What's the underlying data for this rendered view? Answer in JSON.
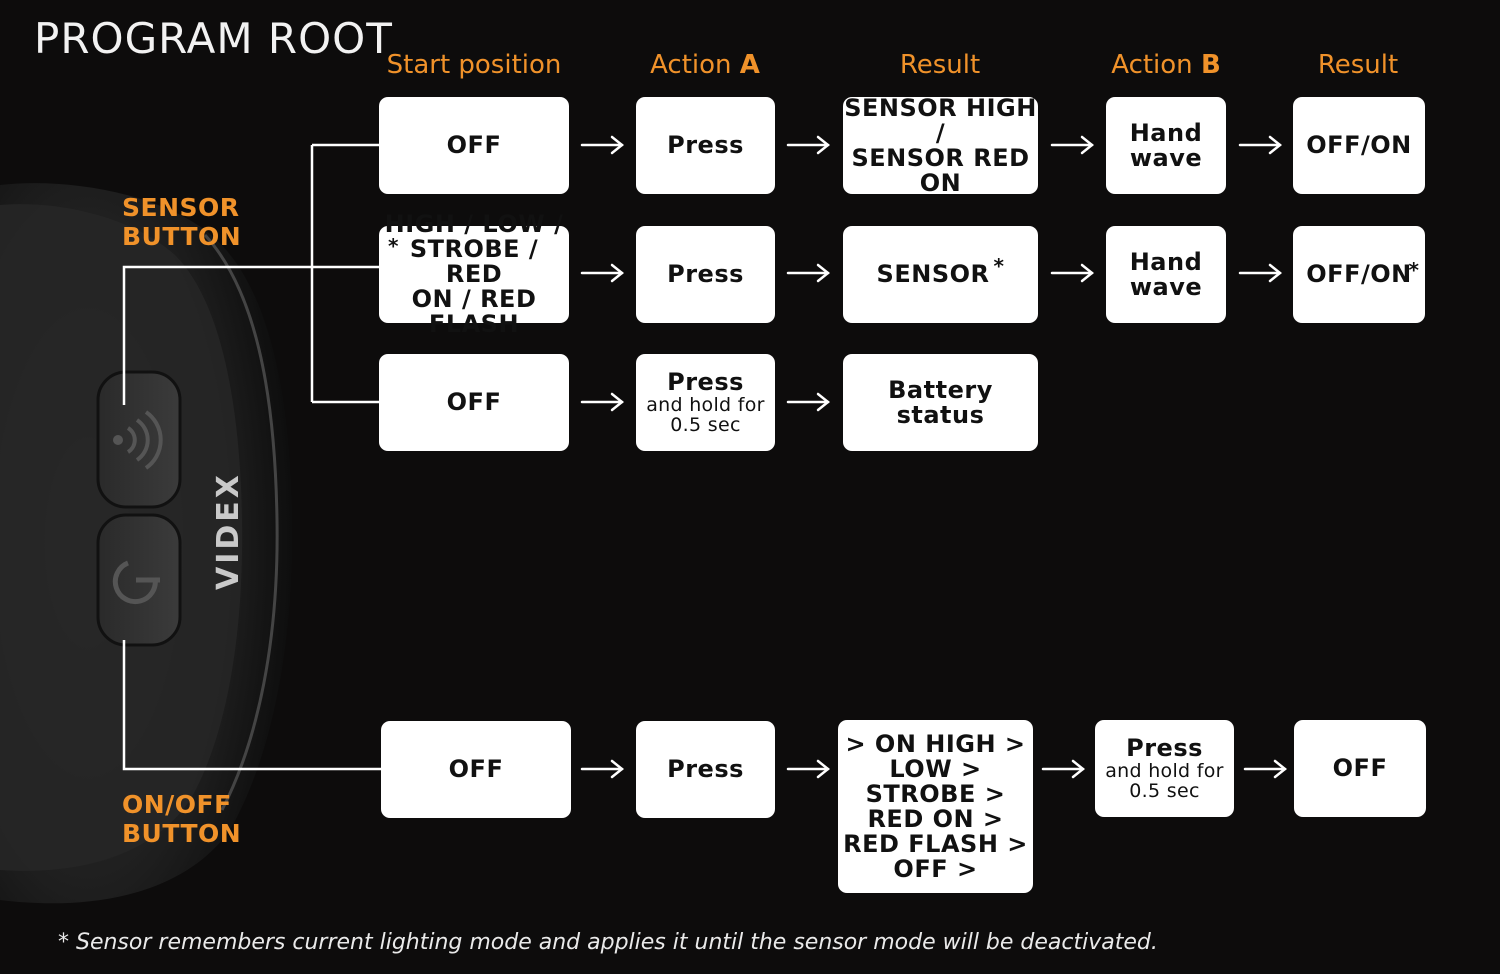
{
  "title": "PROGRAM ROOT",
  "column_headers": [
    {
      "prefix": "Start position",
      "suffix": ""
    },
    {
      "prefix": "Action ",
      "suffix": "A"
    },
    {
      "prefix": "Result",
      "suffix": ""
    },
    {
      "prefix": "Action ",
      "suffix": "B"
    },
    {
      "prefix": "Result",
      "suffix": ""
    }
  ],
  "sensor_button": {
    "line1": "SENSOR",
    "line2": "BUTTON"
  },
  "onoff_button": {
    "line1": "ON/OFF",
    "line2": "BUTTON"
  },
  "brand": "VIDEX",
  "rows": {
    "r1": {
      "start": "OFF",
      "action_a": "Press",
      "result_a": [
        "SENSOR HIGH /",
        "SENSOR RED ON"
      ],
      "action_b": [
        "Hand",
        "wave"
      ],
      "result_b": "OFF/ON"
    },
    "r2": {
      "start": [
        "HIGH / LOW /",
        "STROBE / RED",
        "ON / RED FLASH"
      ],
      "start_asterisk": "*",
      "action_a": "Press",
      "result_a": "SENSOR",
      "result_a_asterisk": "*",
      "action_b": [
        "Hand",
        "wave"
      ],
      "result_b": "OFF/ON",
      "result_b_asterisk": "*"
    },
    "r3": {
      "start": "OFF",
      "action_a_main": "Press",
      "action_a_sub": [
        "and hold for",
        "0.5 sec"
      ],
      "result_a": [
        "Battery",
        "status"
      ]
    },
    "r4": {
      "start": "OFF",
      "action_a": "Press",
      "result_a": [
        "> ON HIGH >",
        "LOW >",
        "STROBE >",
        "RED ON >",
        "RED FLASH >",
        "OFF >"
      ],
      "action_b_main": "Press",
      "action_b_sub": [
        "and hold for",
        "0.5 sec"
      ],
      "result_b": "OFF"
    }
  },
  "footnote": "* Sensor remembers current lighting mode and applies it until the sensor mode will be deactivated.",
  "colors": {
    "accent": "#f0922a",
    "background": "#0d0c0c",
    "box": "#ffffff"
  }
}
